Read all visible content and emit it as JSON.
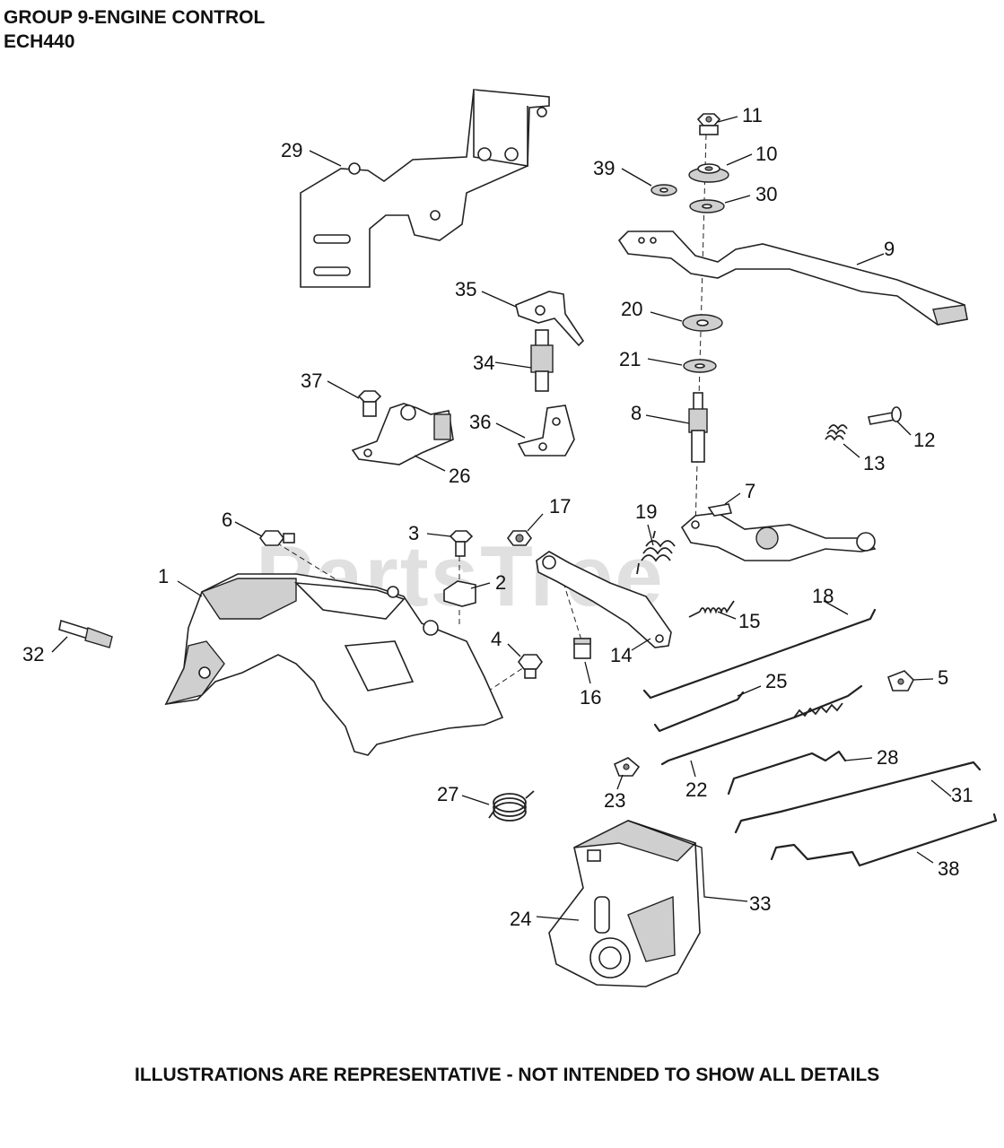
{
  "header": {
    "title_line1": "GROUP 9-ENGINE CONTROL",
    "title_line2": "ECH440"
  },
  "watermark": "PartsTree",
  "footer": "ILLUSTRATIONS ARE REPRESENTATIVE - NOT INTENDED TO SHOW ALL DETAILS",
  "callouts": [
    "1",
    "2",
    "3",
    "4",
    "5",
    "6",
    "7",
    "8",
    "9",
    "10",
    "11",
    "12",
    "13",
    "14",
    "15",
    "16",
    "17",
    "18",
    "19",
    "20",
    "21",
    "22",
    "23",
    "24",
    "25",
    "26",
    "27",
    "28",
    "29",
    "30",
    "31",
    "32",
    "33",
    "34",
    "35",
    "36",
    "37",
    "38",
    "39"
  ]
}
